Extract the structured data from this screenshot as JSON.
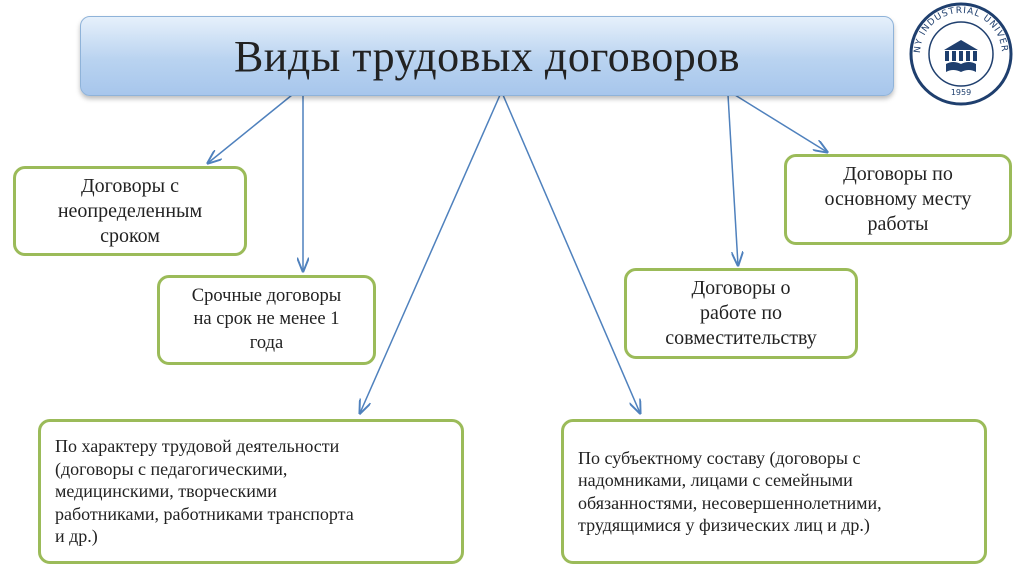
{
  "title": "Виды трудовых договоров",
  "boxes": {
    "indefinite": "Договоры с\nнеопределенным\nсроком",
    "fixed_term": "Срочные договоры\nна срок не менее 1\nгода",
    "main_workplace": "Договоры по\nосновному месту\nработы",
    "part_time": "Договоры о\nработе по\nсовместительству",
    "by_activity": "По характеру трудовой деятельности\n(договоры с педагогическими,\nмедицинскими, творческими\nработниками, работниками транспорта\nи др.)",
    "by_subject": "По субъектному составу (договоры с\nнадомниками, лицами с семейными\nобязанностями, несовершеннолетними,\nтрудящимися у физических лиц и др.)"
  },
  "logo": {
    "text": "RUDNY INDUSTRIAL UNIVERSITY",
    "year": "1959"
  },
  "colors": {
    "box_border": "#9bbb59",
    "arrow": "#4f81bd",
    "logo": "#1f3f6e"
  }
}
